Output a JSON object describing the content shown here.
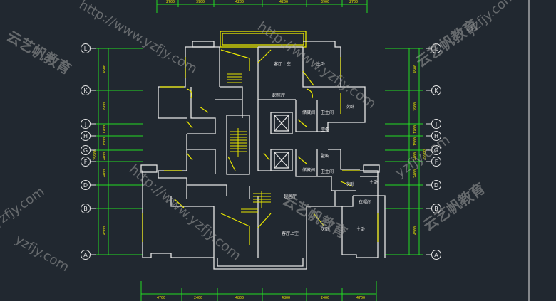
{
  "axes": {
    "left": [
      "L",
      "K",
      "J",
      "H",
      "G",
      "F",
      "D",
      "B",
      "A"
    ],
    "right": [
      "L",
      "K",
      "J",
      "H",
      "G",
      "F",
      "D",
      "B",
      "A"
    ]
  },
  "dims": {
    "top": [
      "2700",
      "3900",
      "4200",
      "4200",
      "3900",
      "2700"
    ],
    "bottom": [
      "4700",
      "2400",
      "4800",
      "4800",
      "2400",
      "4700"
    ],
    "left_side": [
      "4500",
      "3900",
      "1700",
      "1500",
      "2400",
      "2400",
      "4500"
    ],
    "right_side": [
      "4500",
      "3900",
      "1700",
      "1500",
      "2400",
      "2400",
      "4500"
    ],
    "left_total": "25900",
    "right_total": "25900"
  },
  "rooms": {
    "upper_living_void": "客厅上空",
    "upper_master_bedroom": "主卧",
    "upper_lobby": "起居厅",
    "upper_storage": "储藏间",
    "upper_bath": "卫生间",
    "upper_second_bedroom": "次卧",
    "upper_closet": "壁橱",
    "lower_closet": "壁橱",
    "lower_storage": "储藏间",
    "lower_bath": "卫生间",
    "lower_second_bedroom": "次卧",
    "lower_master_bedroom_small": "主卧",
    "lower_lobby": "起居厅",
    "lower_wardrobe": "衣帽间",
    "lower_living_void": "客厅上空",
    "lower_bedroom": "次卧",
    "lower_master_bedroom": "主卧"
  },
  "watermarks": {
    "domain": "yzfjy.com",
    "url": "http://www.yzfjy.com",
    "brand": "云艺帆教育"
  },
  "colors": {
    "background": "#212830",
    "wall": "#e6e6e6",
    "accent": "#e8e600",
    "grid": "#22dd22",
    "watermark": "#a0a0a0"
  }
}
